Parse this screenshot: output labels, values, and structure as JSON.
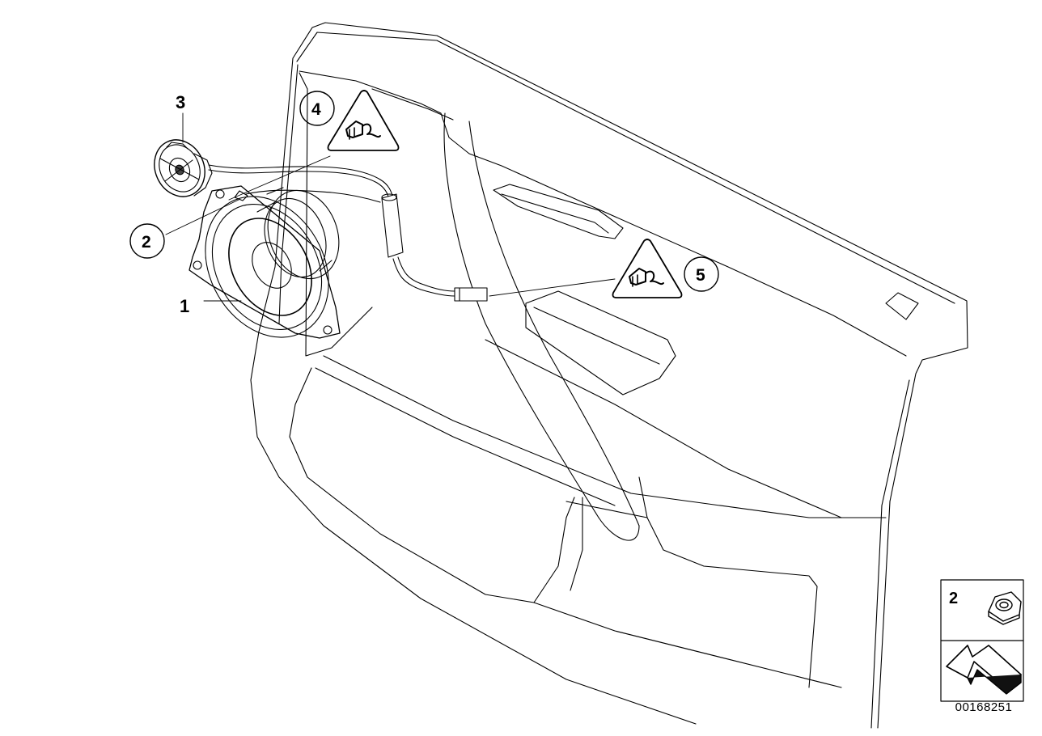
{
  "callouts": {
    "one": "1",
    "two": "2",
    "three": "3",
    "four": "4",
    "five": "5"
  },
  "legend": {
    "item_number": "2",
    "item_icon": "hex-nut-icon",
    "arrow_icon": "direction-arrow-icon"
  },
  "figure_id": "00168251",
  "icons": [
    "connector-warning-triangle-icon",
    "speaker-icon",
    "tweeter-icon",
    "hex-nut-icon",
    "direction-arrow-icon"
  ]
}
